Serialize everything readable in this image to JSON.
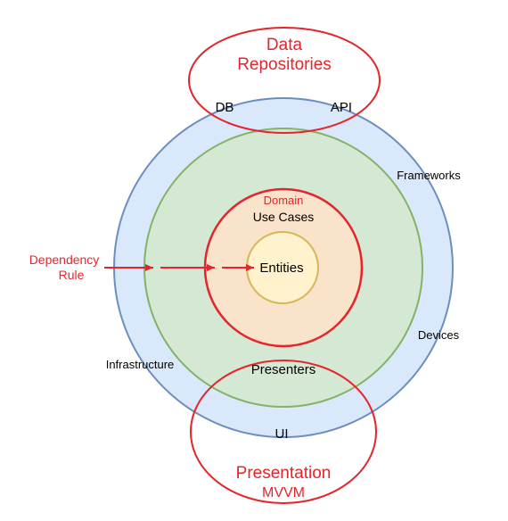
{
  "colors": {
    "outer_fill": "#dae8fc",
    "outer_stroke": "#6c8ebf",
    "middle_fill": "#d5e8d4",
    "middle_stroke": "#82b366",
    "inner_fill": "#fae3cb",
    "inner_stroke": "#e3262c",
    "core_fill": "#fff2cc",
    "core_stroke": "#d6b656",
    "accent_red": "#e3262c",
    "text": "#000000"
  },
  "layers": {
    "outer": {
      "label_frameworks": "Frameworks",
      "label_devices": "Devices",
      "label_infrastructure": "Infrastructure",
      "label_db": "DB",
      "label_api": "API",
      "label_ui": "UI"
    },
    "middle": {
      "label_presenters": "Presenters"
    },
    "inner": {
      "title": "Domain",
      "label_use_cases": "Use Cases"
    },
    "core": {
      "label_entities": "Entities"
    }
  },
  "callouts": {
    "data_repositories": {
      "line1": "Data",
      "line2": "Repositories"
    },
    "presentation": {
      "line1": "Presentation",
      "line2": "MVVM"
    },
    "dependency_rule": {
      "line1": "Dependency",
      "line2": "Rule"
    }
  }
}
